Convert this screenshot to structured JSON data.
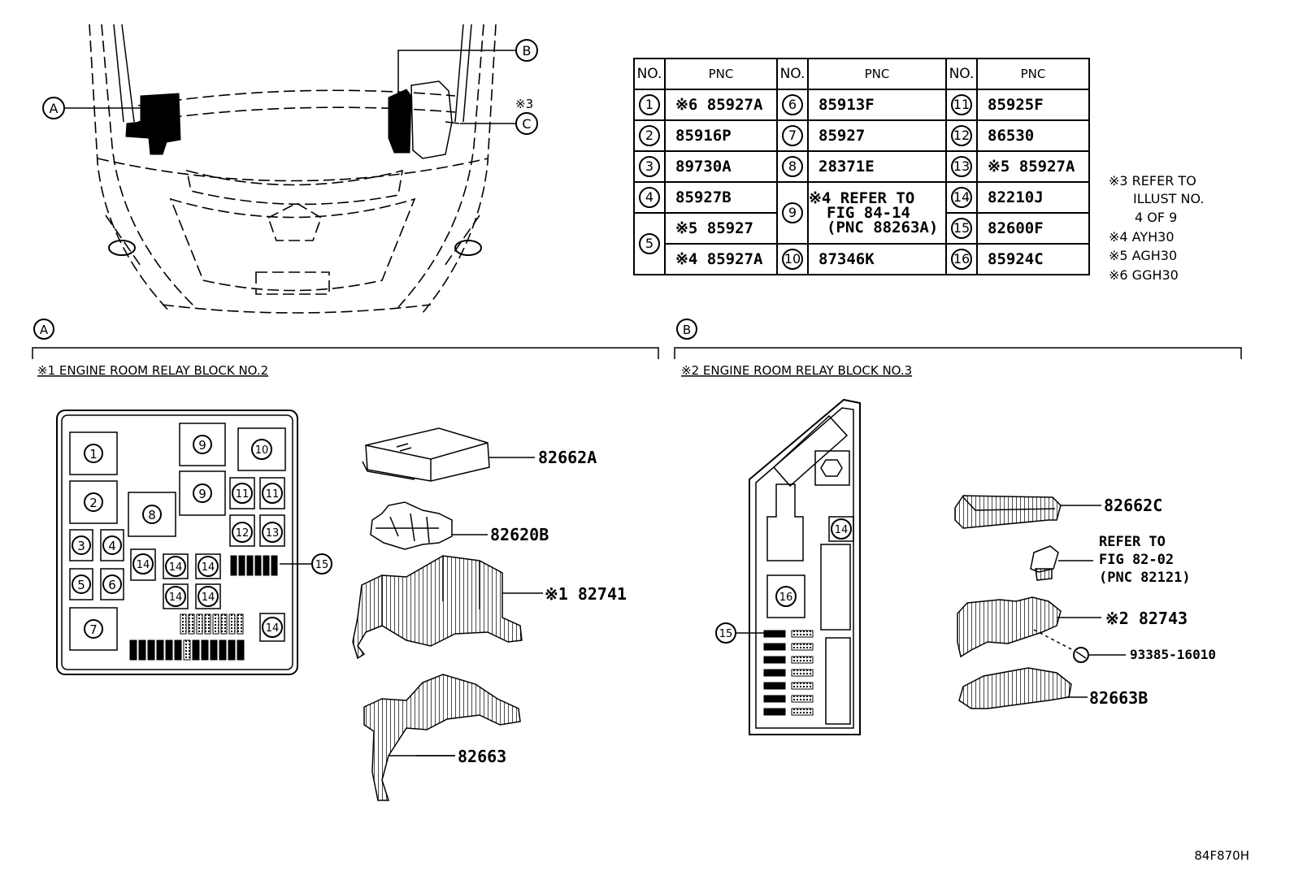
{
  "diagram_code": "84F870H",
  "callouts": {
    "a": "A",
    "b": "B",
    "c": "C",
    "note3_mark": "※3"
  },
  "table": {
    "header_no": "NO.",
    "header_pnc": "PNC",
    "rows": [
      {
        "c1_no": "1",
        "c1_pnc": "※6 85927A",
        "c2_no": "6",
        "c2_pnc": "85913F",
        "c3_no": "11",
        "c3_pnc": "85925F"
      },
      {
        "c1_no": "2",
        "c1_pnc": "85916P",
        "c2_no": "7",
        "c2_pnc": "85927",
        "c3_no": "12",
        "c3_pnc": "86530"
      },
      {
        "c1_no": "3",
        "c1_pnc": "89730A",
        "c2_no": "8",
        "c2_pnc": "28371E",
        "c3_no": "13",
        "c3_pnc": "※5 85927A"
      },
      {
        "c1_no": "4",
        "c1_pnc": "85927B",
        "c3_no": "14",
        "c3_pnc": "82210J"
      },
      {
        "c1_pnc": "※5 85927",
        "c3_no": "15",
        "c3_pnc": "82600F"
      },
      {
        "c1_pnc": "※4 85927A",
        "c2_no": "10",
        "c2_pnc": "87346K",
        "c3_no": "16",
        "c3_pnc": "85924C"
      }
    ],
    "row5_no": "5",
    "row9_no": "9",
    "row9_ref": [
      "※4 REFER TO",
      "FIG 84-14",
      "(PNC 88263A)"
    ]
  },
  "notes": [
    "※3 REFER TO",
    "ILLUST NO.",
    "4 OF 9",
    "※4 AYH30",
    "※5 AGH30",
    "※6 GGH30"
  ],
  "section_a": {
    "marker": "A",
    "title": "※1 ENGINE ROOM RELAY BLOCK NO.2",
    "slots": [
      "1",
      "2",
      "3",
      "4",
      "5",
      "6",
      "7",
      "8",
      "9",
      "9",
      "10",
      "11",
      "11",
      "12",
      "13",
      "14",
      "14",
      "14",
      "14",
      "14",
      "14",
      "15"
    ],
    "parts": [
      "82662A",
      "82620B",
      "※1 82741",
      "82663"
    ]
  },
  "section_b": {
    "marker": "B",
    "title": "※2 ENGINE ROOM RELAY BLOCK NO.3",
    "slots": [
      "14",
      "15",
      "16"
    ],
    "parts": [
      "82662C",
      "※2 82743",
      "93385-16010",
      "82663B"
    ],
    "refer": [
      "REFER TO",
      "FIG 82-02",
      "(PNC 82121)"
    ]
  }
}
